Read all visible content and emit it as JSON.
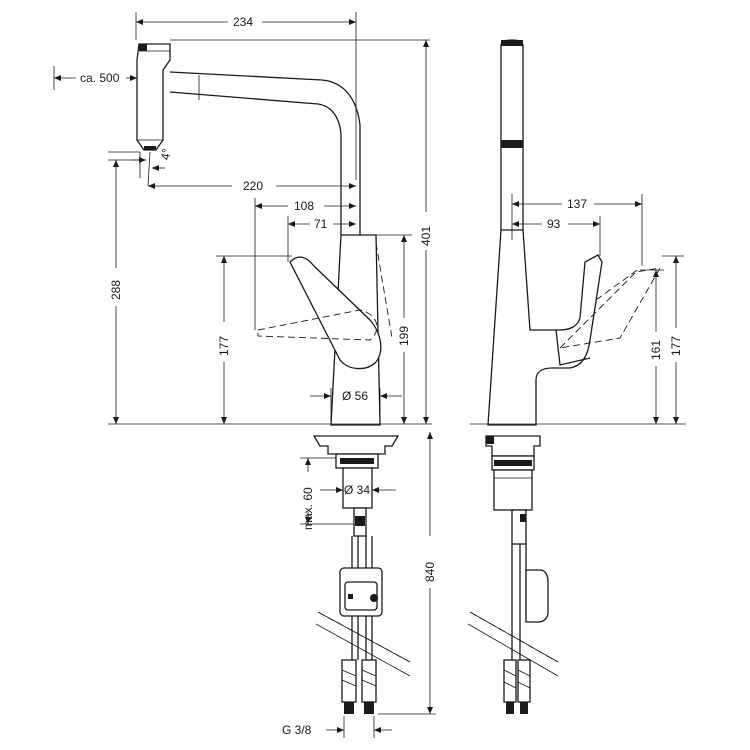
{
  "dimensions": {
    "top_width": "234",
    "hose_extension": "ca. 500",
    "spray_angle": "4°",
    "reach": "220",
    "lever_offset_a": "108",
    "lever_offset_b": "71",
    "spout_height": "288",
    "lever_height": "177",
    "body_height": "199",
    "total_height": "401",
    "base_diameter": "Ø 56",
    "hole_diameter": "Ø 34",
    "max_deck": "max. 60",
    "hose_length": "840",
    "connection": "G 3/8",
    "side_reach": "137",
    "side_lever": "93",
    "side_height_a": "161",
    "side_height_b": "177"
  }
}
